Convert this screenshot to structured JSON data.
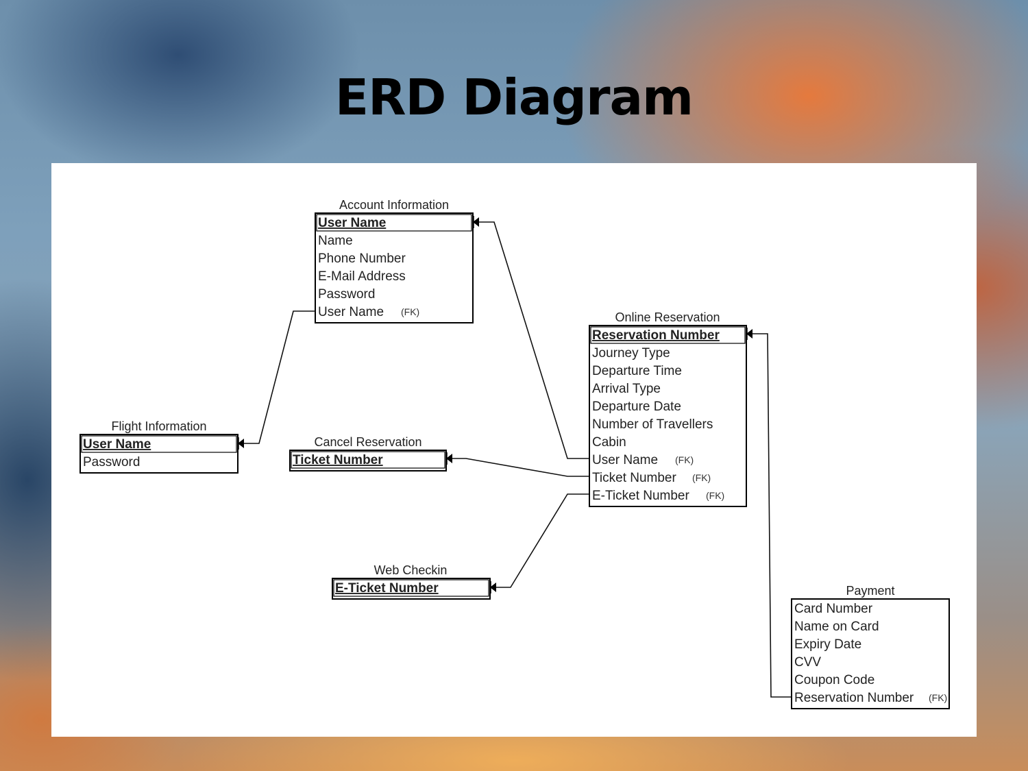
{
  "slide": {
    "title": "ERD Diagram"
  },
  "entities": {
    "account": {
      "title": "Account Information",
      "attributes": [
        {
          "label": "User Name",
          "key": "pk"
        },
        {
          "label": "Name"
        },
        {
          "label": "Phone Number"
        },
        {
          "label": "E-Mail Address"
        },
        {
          "label": "Password"
        },
        {
          "label": "User Name",
          "fk": "(FK)"
        }
      ]
    },
    "flight": {
      "title": "Flight Information",
      "attributes": [
        {
          "label": "User Name",
          "key": "pk"
        },
        {
          "label": "Password"
        }
      ]
    },
    "cancel": {
      "title": "Cancel Reservation",
      "attributes": [
        {
          "label": "Ticket Number",
          "key": "pk"
        }
      ]
    },
    "online": {
      "title": "Online Reservation",
      "attributes": [
        {
          "label": "Reservation Number",
          "key": "pk"
        },
        {
          "label": "Journey Type"
        },
        {
          "label": "Departure Time"
        },
        {
          "label": "Arrival Type"
        },
        {
          "label": "Departure Date"
        },
        {
          "label": "Number of Travellers"
        },
        {
          "label": "Cabin"
        },
        {
          "label": "User Name",
          "fk": "(FK)"
        },
        {
          "label": "Ticket Number",
          "fk": "(FK)"
        },
        {
          "label": "E-Ticket Number",
          "fk": "(FK)"
        }
      ]
    },
    "webcheckin": {
      "title": "Web Checkin",
      "attributes": [
        {
          "label": "E-Ticket Number",
          "key": "pk"
        }
      ]
    },
    "payment": {
      "title": "Payment",
      "attributes": [
        {
          "label": "Card Number"
        },
        {
          "label": "Name on Card"
        },
        {
          "label": "Expiry Date"
        },
        {
          "label": "CVV"
        },
        {
          "label": "Coupon Code"
        },
        {
          "label": "Reservation Number",
          "fk": "(FK)"
        }
      ]
    }
  },
  "relationships": [
    {
      "from": "account",
      "to": "flight"
    },
    {
      "from": "online",
      "to": "account"
    },
    {
      "from": "online",
      "to": "cancel"
    },
    {
      "from": "online",
      "to": "webcheckin"
    },
    {
      "from": "payment",
      "to": "online"
    }
  ]
}
